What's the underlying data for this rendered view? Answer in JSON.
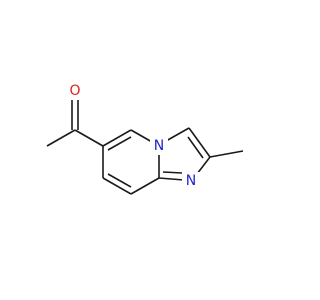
{
  "colors": {
    "background": "#ffffff",
    "bond": "#1a1a1a",
    "oxygen": "#e02020",
    "nitrogen": "#2222d0"
  },
  "atoms": {
    "oxygen": {
      "symbol": "O",
      "element": "oxygen"
    },
    "bridge_nitrogen": {
      "symbol": "N",
      "element": "nitrogen"
    },
    "ring_nitrogen": {
      "symbol": "N",
      "element": "nitrogen"
    }
  }
}
